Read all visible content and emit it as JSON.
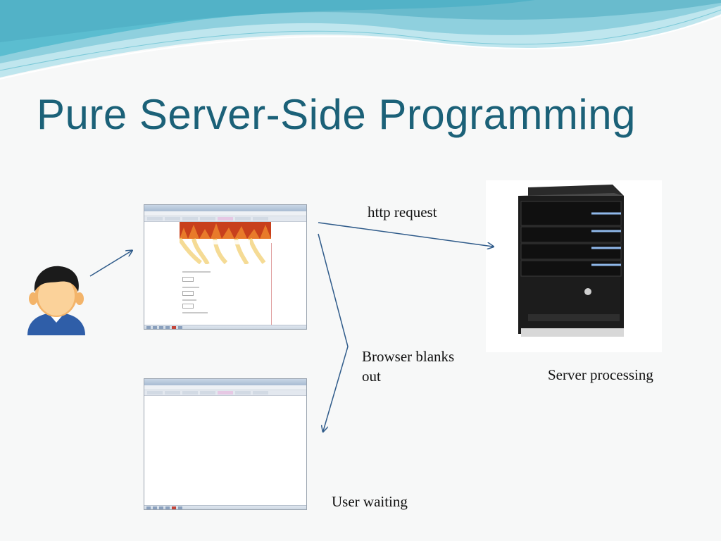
{
  "slide": {
    "title": "Pure Server-Side Programming"
  },
  "labels": {
    "http_request": "http request",
    "browser_blanks_line1": "Browser blanks",
    "browser_blanks_line2": "out",
    "server_processing": "Server processing",
    "user_waiting": "User waiting"
  },
  "colors": {
    "title": "#1b6178",
    "arrow": "#2f5b8a",
    "wave_light": "#a9dde7",
    "wave_dark": "#4fb3c8"
  },
  "icons": {
    "user": "user-avatar-icon",
    "server": "server-tower-icon",
    "browser": "browser-window-thumbnail"
  }
}
